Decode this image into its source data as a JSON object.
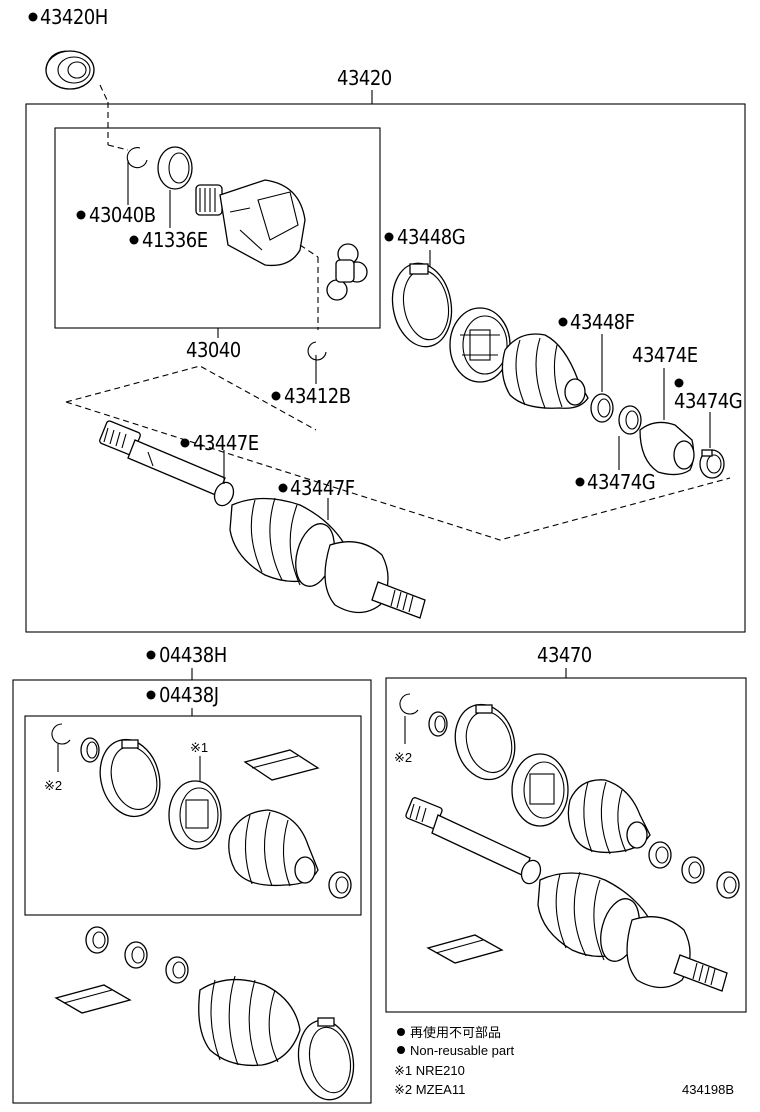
{
  "labels": {
    "p43420H": "43420H",
    "p43420": "43420",
    "p43040B": "43040B",
    "p41336E": "41336E",
    "p43040": "43040",
    "p43412B": "43412B",
    "p43448G": "43448G",
    "p43448F": "43448F",
    "p43474E": "43474E",
    "p43474G_a": "43474G",
    "p43474G_b": "43474G",
    "p43447E": "43447E",
    "p43447F": "43447F",
    "p04438H": "04438H",
    "p04438J": "04438J",
    "p43470": "43470",
    "note1_mark": "※1",
    "note2_mark_a": "※2",
    "note2_mark_b": "※2"
  },
  "legend": {
    "jp_line": "再使用不可部品",
    "en_line": "Non-reusable part",
    "note1": "※1 NRE210",
    "note2": "※2 MZEA11"
  },
  "figure_id": "434198B"
}
